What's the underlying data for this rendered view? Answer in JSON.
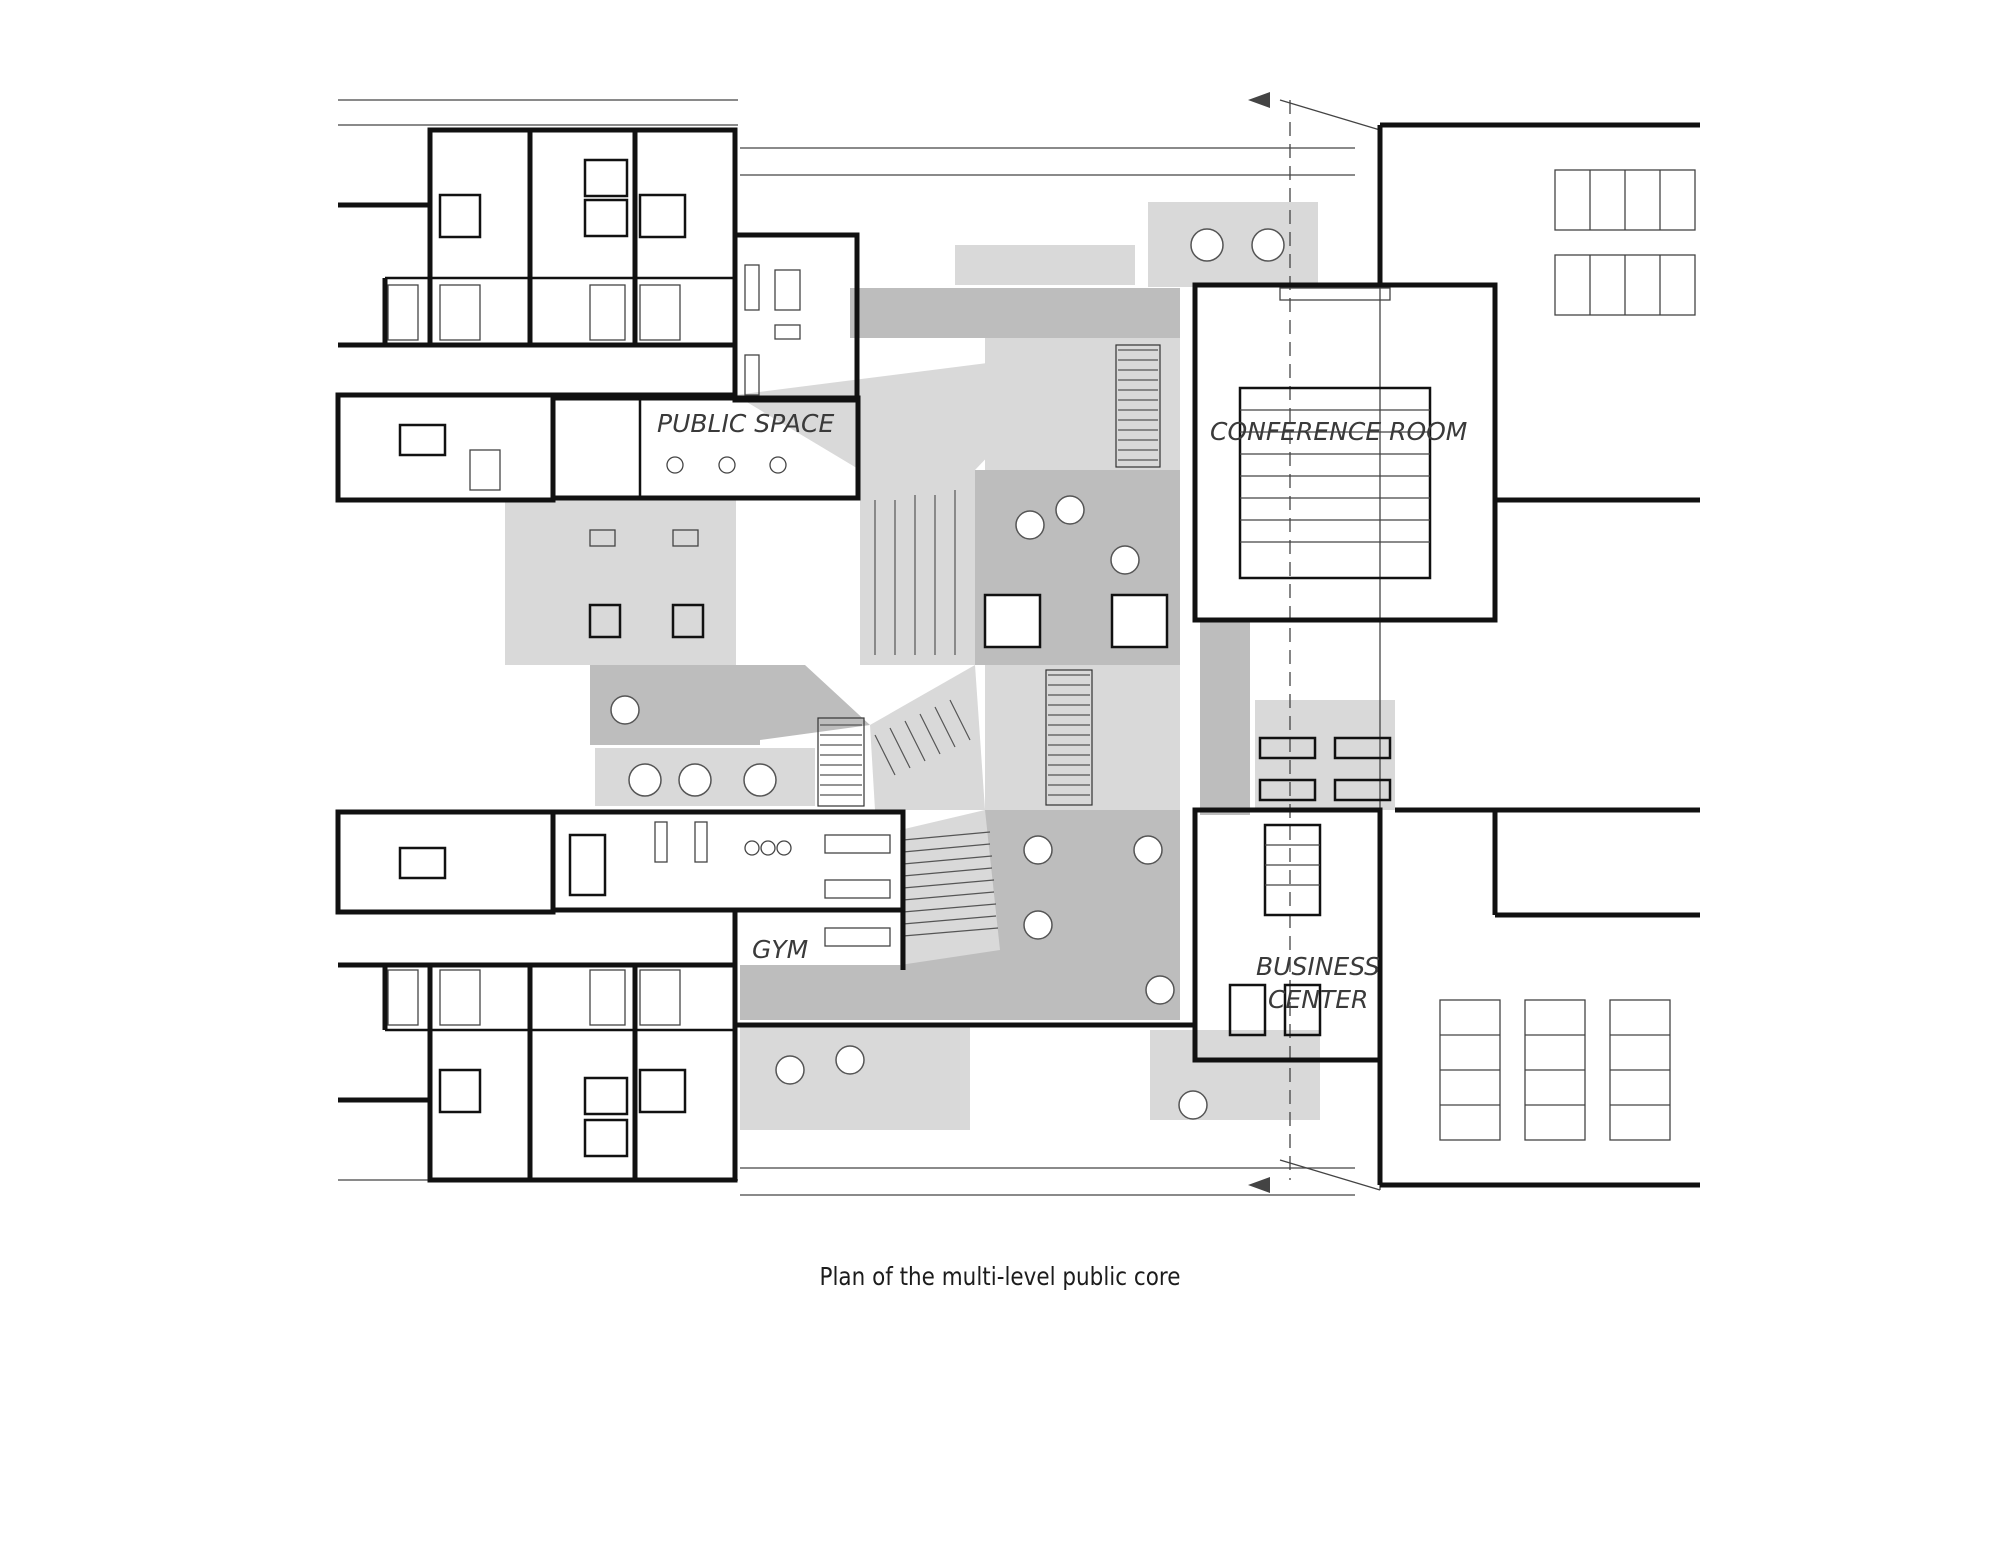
{
  "rooms": {
    "public_space": "PUBLIC SPACE",
    "conference_room": "CONFERENCE ROOM",
    "gym": "GYM",
    "business_center_line1": "BUSINESS",
    "business_center_line2": "CENTER"
  },
  "caption": "Plan of the multi-level public core",
  "colors": {
    "fill_dark": "#bdbdbd",
    "fill_light": "#d9d9d9",
    "wall": "#111111"
  }
}
